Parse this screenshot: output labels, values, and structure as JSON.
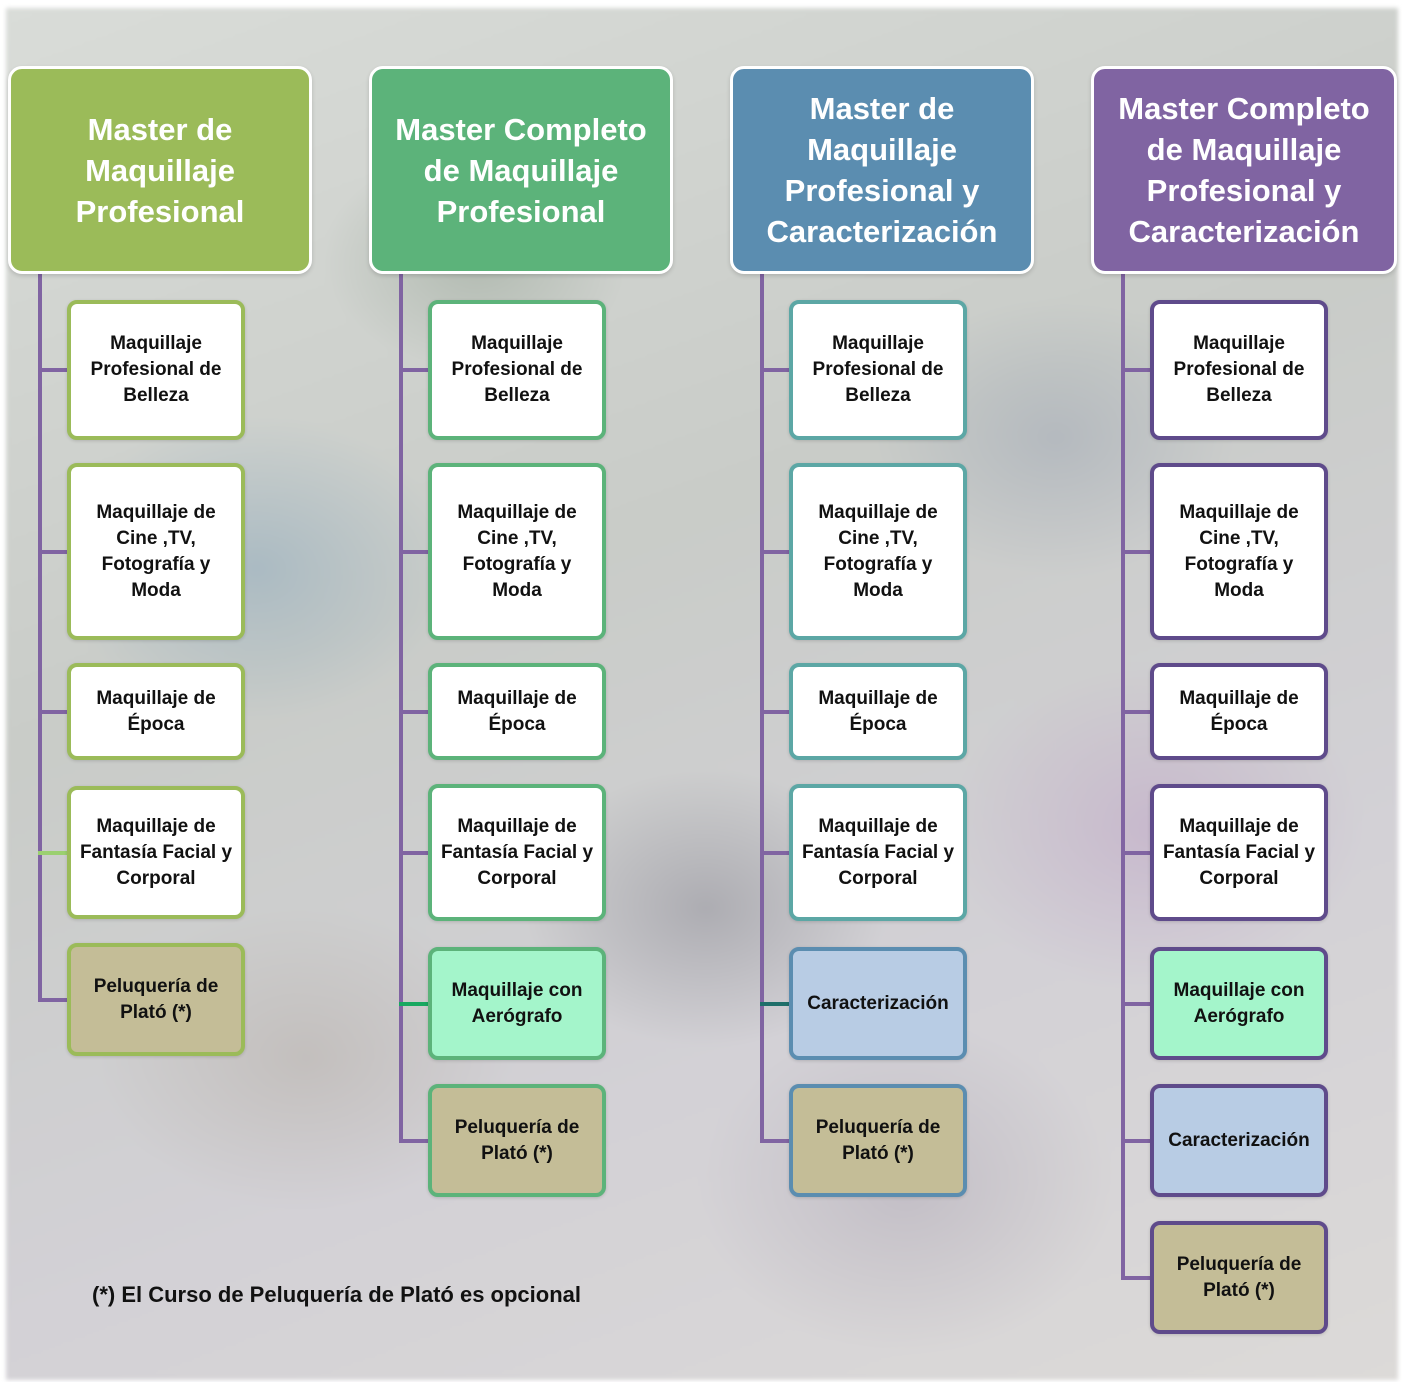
{
  "diagram": {
    "columns": [
      {
        "title": "Master de Maquillaje Profesional",
        "color": "#9bbb59",
        "box_border": "#9bbb59",
        "items": [
          {
            "label": "Maquillaje Profesional de Belleza",
            "kind": "normal"
          },
          {
            "label": "Maquillaje de Cine ,TV, Fotografía y Moda",
            "kind": "normal"
          },
          {
            "label": "Maquillaje de Época",
            "kind": "normal"
          },
          {
            "label": "Maquillaje de Fantasía Facial y Corporal",
            "kind": "normal"
          },
          {
            "label": "Peluquería de Plató (*)",
            "kind": "optional"
          }
        ]
      },
      {
        "title": "Master Completo de Maquillaje Profesional",
        "color": "#5cb37a",
        "box_border": "#5cb37a",
        "items": [
          {
            "label": "Maquillaje Profesional de Belleza",
            "kind": "normal"
          },
          {
            "label": "Maquillaje de Cine ,TV, Fotografía y Moda",
            "kind": "normal"
          },
          {
            "label": "Maquillaje de Época",
            "kind": "normal"
          },
          {
            "label": "Maquillaje de Fantasía Facial y Corporal",
            "kind": "normal"
          },
          {
            "label": "Maquillaje con Aerógrafo",
            "kind": "airbrush"
          },
          {
            "label": "Peluquería de Plató (*)",
            "kind": "optional"
          }
        ]
      },
      {
        "title": "Master de Maquillaje Profesional y Caracterización",
        "color": "#5b8db0",
        "box_border": "#5ca7a5",
        "items": [
          {
            "label": "Maquillaje Profesional de Belleza",
            "kind": "normal"
          },
          {
            "label": "Maquillaje de Cine ,TV, Fotografía y Moda",
            "kind": "normal"
          },
          {
            "label": "Maquillaje de Época",
            "kind": "normal"
          },
          {
            "label": "Maquillaje de Fantasía Facial y Corporal",
            "kind": "normal"
          },
          {
            "label": "Caracterización",
            "kind": "character"
          },
          {
            "label": "Peluquería de Plató (*)",
            "kind": "optional"
          }
        ]
      },
      {
        "title": "Master Completo de Maquillaje Profesional y Caracterización",
        "color": "#8064a2",
        "box_border": "#5f4b8b",
        "items": [
          {
            "label": "Maquillaje Profesional de Belleza",
            "kind": "normal"
          },
          {
            "label": "Maquillaje de Cine ,TV, Fotografía y Moda",
            "kind": "normal"
          },
          {
            "label": "Maquillaje de Época",
            "kind": "normal"
          },
          {
            "label": "Maquillaje de Fantasía Facial y Corporal",
            "kind": "normal"
          },
          {
            "label": "Maquillaje con Aerógrafo",
            "kind": "airbrush"
          },
          {
            "label": "Caracterización",
            "kind": "character"
          },
          {
            "label": "Peluquería de Plató (*)",
            "kind": "optional"
          }
        ]
      }
    ],
    "kind_styles": {
      "optional": {
        "fill": "#c4bd97",
        "border": "#9bbb59"
      },
      "airbrush": {
        "fill": "#a4f5cb",
        "border": "#5cb37a"
      },
      "character": {
        "fill": "#b8cce4",
        "border": "#5b8db0"
      }
    },
    "connector_color": "#8064a2",
    "footnote": "(*) El Curso de Peluquería de Plató es opcional"
  }
}
